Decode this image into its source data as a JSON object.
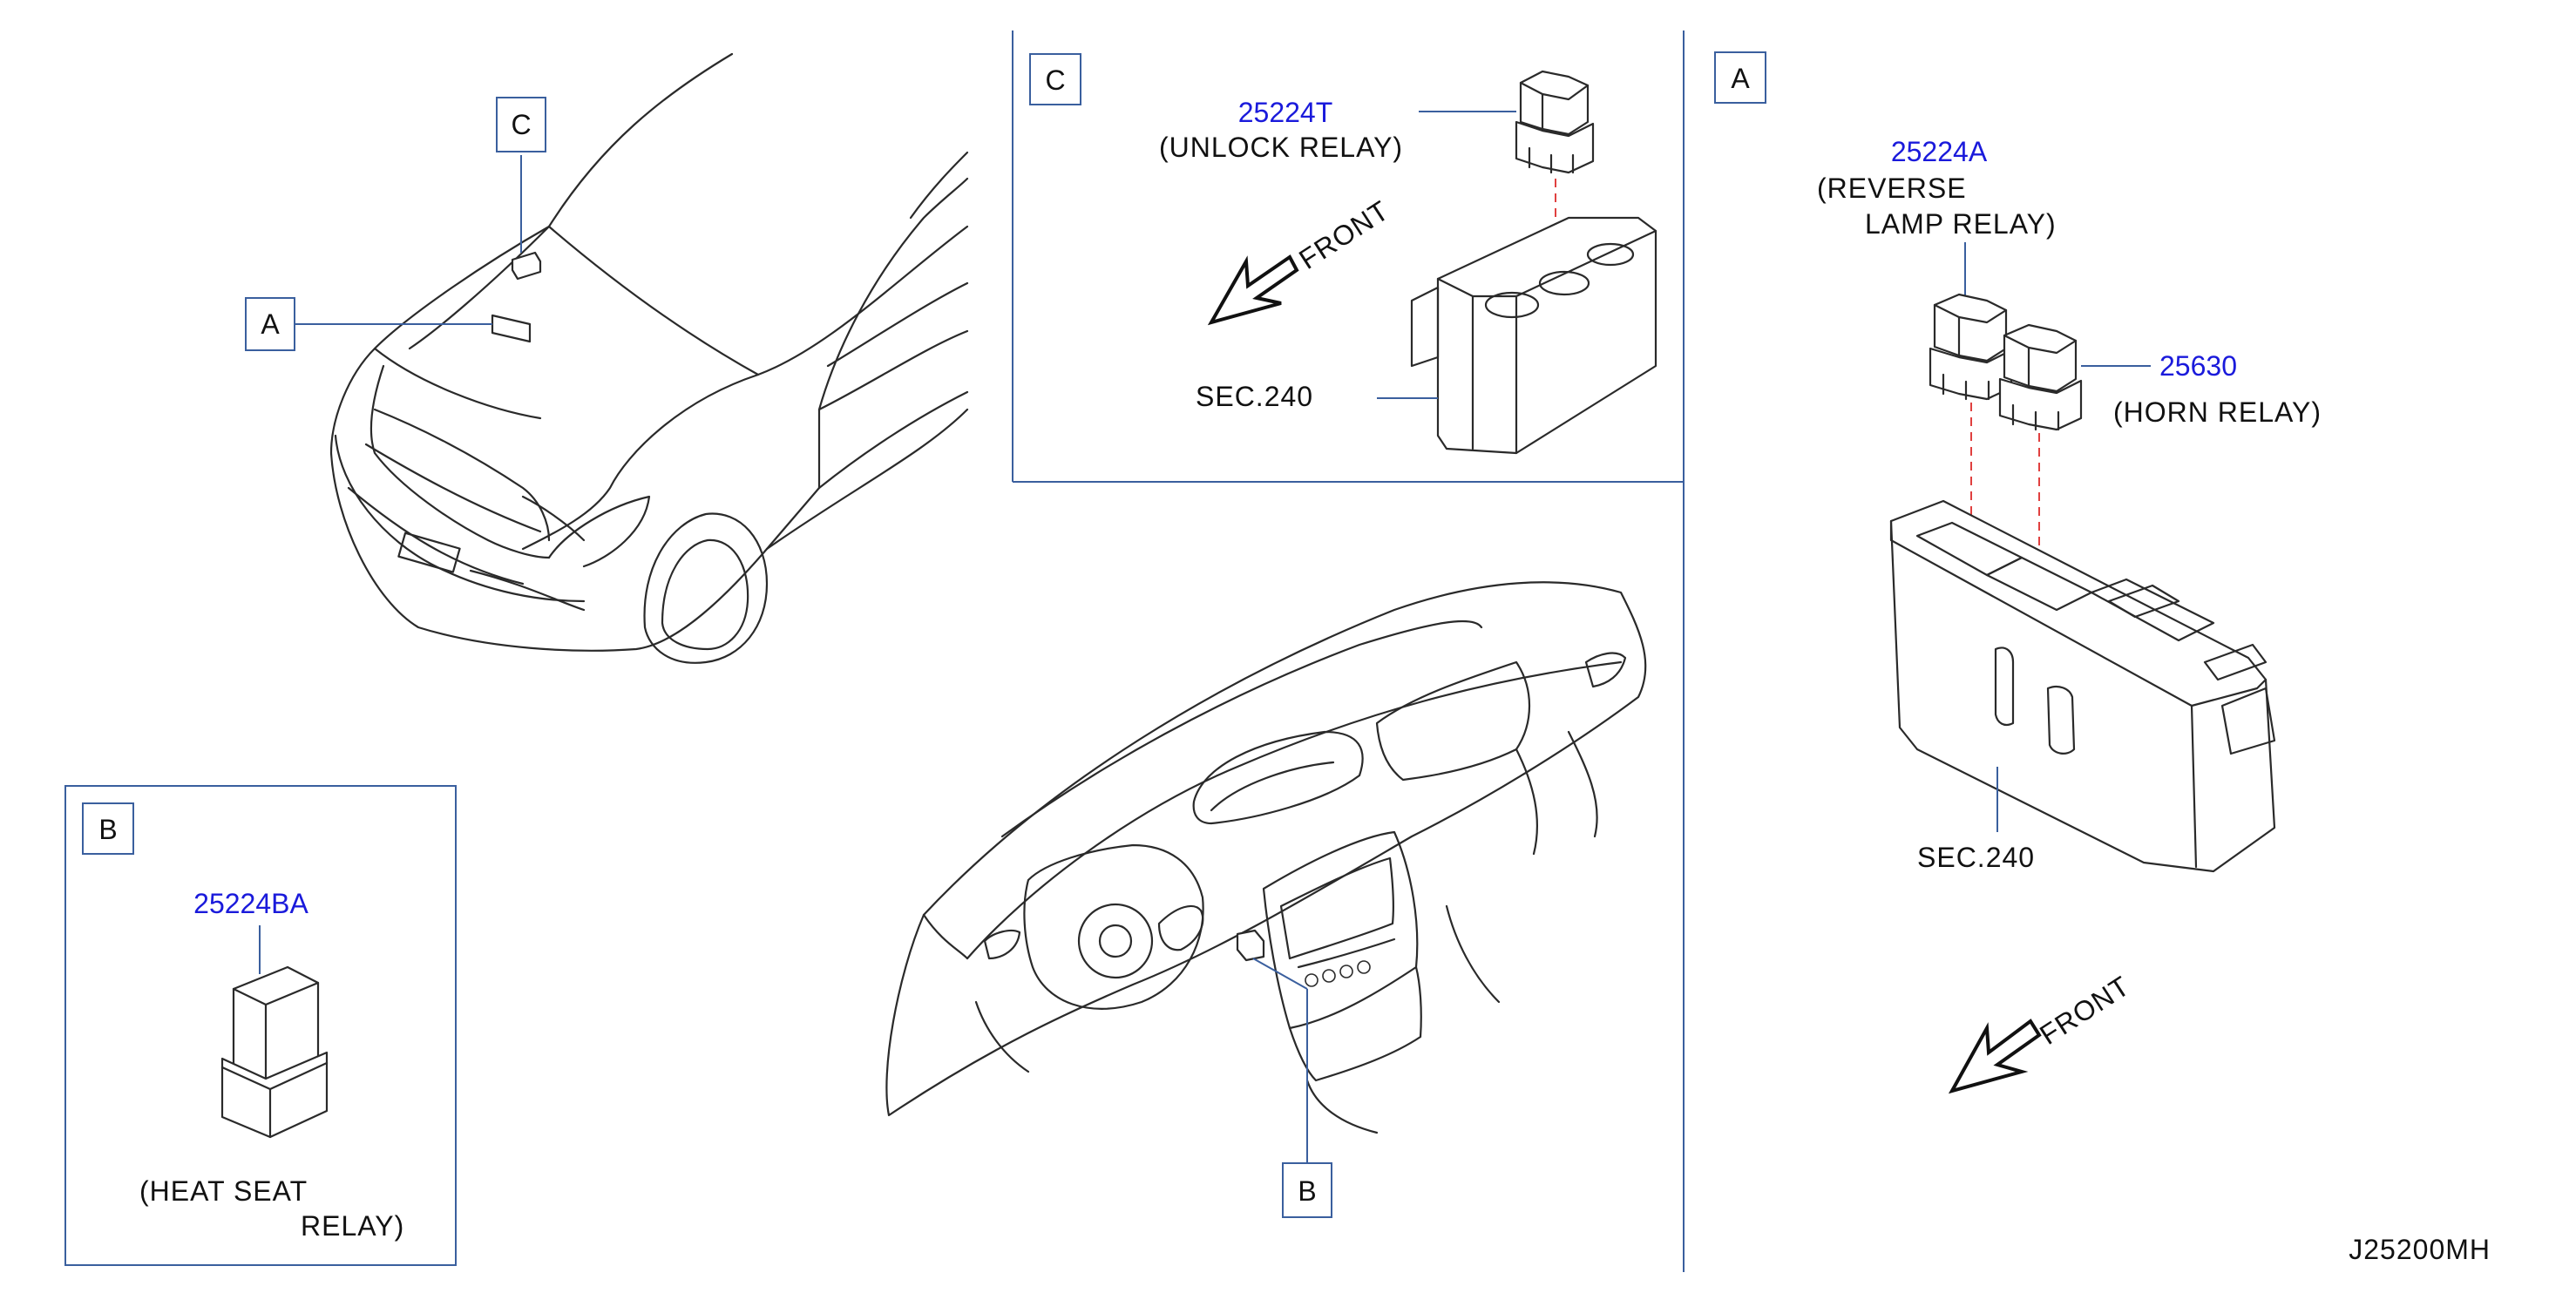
{
  "colors": {
    "part_number": "#1a1adb",
    "text": "#111111",
    "frame": "#3a5f9e",
    "dash": "#e0403f"
  },
  "callouts": {
    "a": "A",
    "b": "B",
    "c": "C"
  },
  "panel_c": {
    "label": "C",
    "part_number": "25224T",
    "part_name": "(UNLOCK  RELAY)",
    "front": "FRONT",
    "sec": "SEC.240"
  },
  "panel_a": {
    "label": "A",
    "reverse_part_number": "25224A",
    "reverse_name_line1": "(REVERSE",
    "reverse_name_line2": "LAMP  RELAY)",
    "horn_part_number": "25630",
    "horn_name": "(HORN  RELAY)",
    "sec": "SEC.240",
    "front": "FRONT"
  },
  "panel_b": {
    "label": "B",
    "part_number": "25224BA",
    "name_line1": "(HEAT  SEAT",
    "name_line2": "RELAY)"
  },
  "drawing_id": "J25200MH"
}
